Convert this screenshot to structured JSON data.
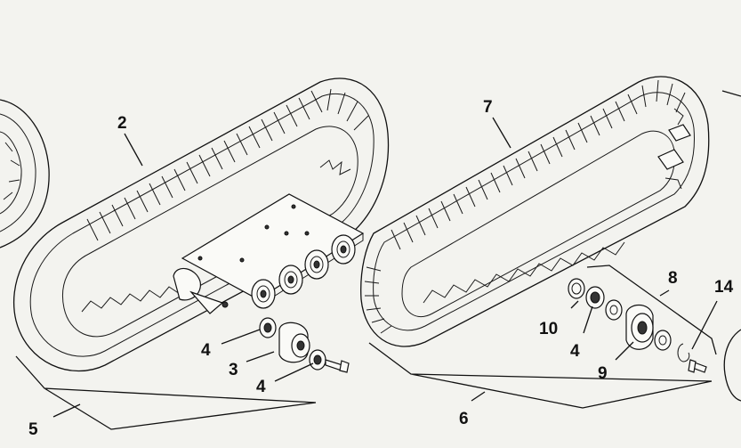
{
  "callouts": {
    "c2": "2",
    "c3": "3",
    "c4a": "4",
    "c4b": "4",
    "c4c": "4",
    "c5": "5",
    "c6": "6",
    "c7": "7",
    "c8": "8",
    "c9": "9",
    "c10": "10",
    "c14": "14"
  },
  "colors": {
    "line": "#111111",
    "paper": "#f3f3ef"
  }
}
